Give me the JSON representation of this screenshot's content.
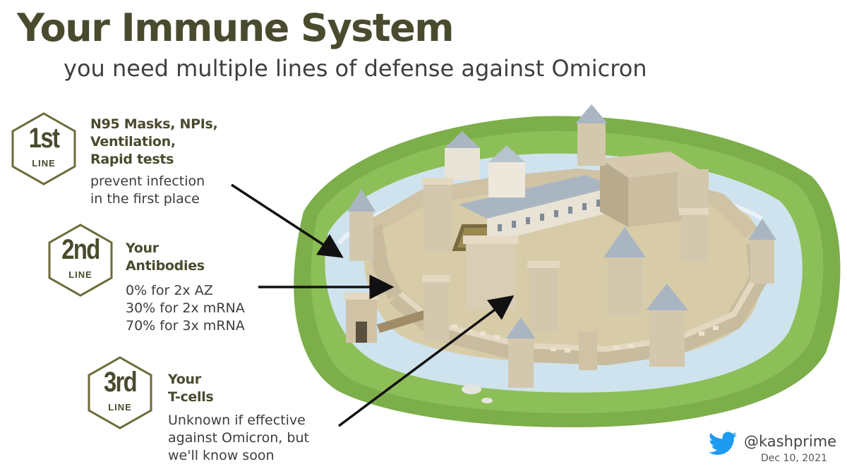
{
  "header": {
    "title": "Your Immune System",
    "subtitle": "you need multiple lines of defense against Omicron"
  },
  "lines": [
    {
      "number": "1st",
      "label": "LINE",
      "heading": "N95 Masks, NPIs,\nVentilation,\nRapid tests",
      "description": "prevent infection\nin the first place"
    },
    {
      "number": "2nd",
      "label": "LINE",
      "heading": "Your\nAntibodies",
      "description": "0% for 2x AZ\n30% for 2x mRNA\n70% for 3x mRNA"
    },
    {
      "number": "3rd",
      "label": "LINE",
      "heading": "Your\nT-cells",
      "description": "Unknown if effective\nagainst Omicron, but\nwe'll know soon"
    }
  ],
  "illustration": {
    "icon": "castle-illustration"
  },
  "credit": {
    "icon": "twitter-bird-icon",
    "handle": "@kashprime",
    "date": "Dec 10, 2021"
  },
  "colors": {
    "title": "#4a4a2e",
    "badge_stroke": "#6b6b3a",
    "grass": "#7cae4a",
    "moat": "#cfe3ee",
    "stone": "#d9cdb6",
    "roof": "#a9b6c2",
    "twitter": "#1d9bf0"
  }
}
